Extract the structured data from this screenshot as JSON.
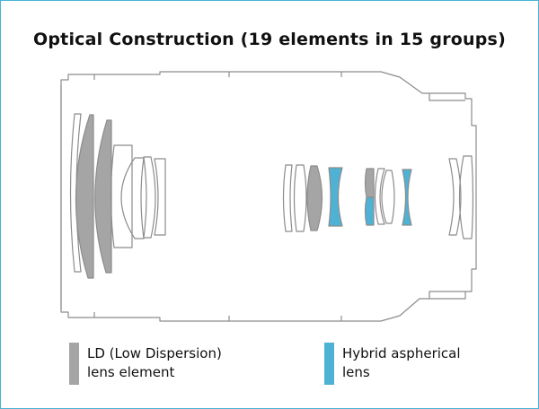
{
  "title": "Optical Construction (19 elements in 15 groups)",
  "colors": {
    "outline": "#8c8c8c",
    "ld_element": "#a5a5a5",
    "hybrid_aspherical": "#4fb2d4",
    "frame_border": "#48b3d6"
  },
  "legend": {
    "ld": {
      "line1": "LD (Low Dispersion)",
      "line2": "lens element"
    },
    "hybrid": {
      "line1": "Hybrid aspherical",
      "line2": "lens"
    }
  }
}
